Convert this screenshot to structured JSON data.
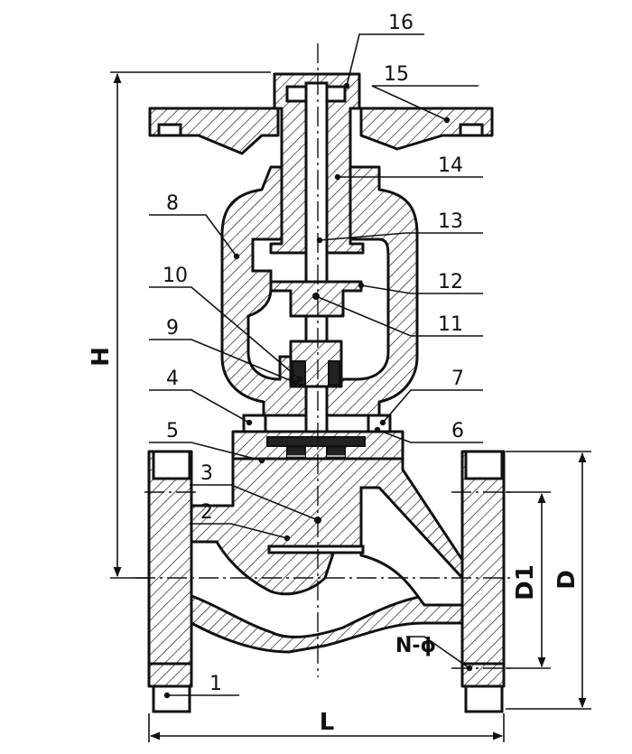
{
  "callouts": [
    {
      "id": "1",
      "text": "1"
    },
    {
      "id": "2",
      "text": "2"
    },
    {
      "id": "3",
      "text": "3"
    },
    {
      "id": "4",
      "text": "4"
    },
    {
      "id": "5",
      "text": "5"
    },
    {
      "id": "6",
      "text": "6"
    },
    {
      "id": "7",
      "text": "7"
    },
    {
      "id": "8",
      "text": "8"
    },
    {
      "id": "9",
      "text": "9"
    },
    {
      "id": "10",
      "text": "10"
    },
    {
      "id": "11",
      "text": "11"
    },
    {
      "id": "12",
      "text": "12"
    },
    {
      "id": "13",
      "text": "13"
    },
    {
      "id": "14",
      "text": "14"
    },
    {
      "id": "15",
      "text": "15"
    },
    {
      "id": "16",
      "text": "16"
    }
  ],
  "dimensions": {
    "H": "H",
    "L": "L",
    "D": "D",
    "D1": "D1",
    "N_phi": "N-ϕ"
  }
}
